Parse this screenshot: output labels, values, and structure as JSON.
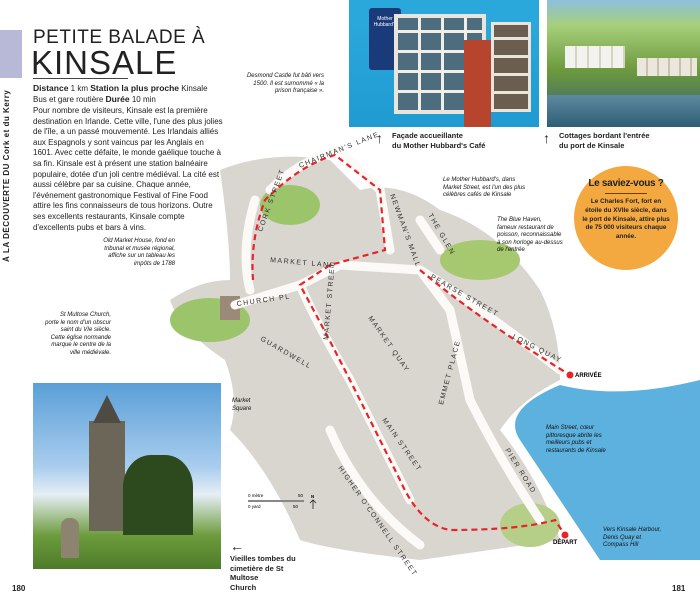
{
  "sidebar": {
    "section_prefix": "À LA DÉCOUVERTE DU",
    "section_region": "Cork et du Kerry"
  },
  "header": {
    "kicker": "PETITE BALADE À",
    "title": "KINSALE"
  },
  "meta": {
    "distance_label": "Distance",
    "distance_value": "1 km",
    "station_label": "Station la plus proche",
    "station_value": "Kinsale Bus et gare routière",
    "duration_label": "Durée",
    "duration_value": "10 min"
  },
  "intro": "Pour nombre de visiteurs, Kinsale est la première destination en Irlande. Cette ville, l'une des plus jolies de l'île, a un passé mouvementé. Les Irlandais alliés aux Espagnols y sont vaincus par les Anglais en 1601. Avec cette défaite, le monde gaélique touche à sa fin. Kinsale est à présent une station balnéaire populaire, dotée d'un joli centre médiéval. La cité est aussi célèbre par sa cuisine. Chaque année, l'événement gastronomique Festival of Fine Food attire les fins connaisseurs de tous horizons. Outre ses excellents restaurants, Kinsale compte d'excellents pubs et bars à vins.",
  "photos": {
    "cafe": {
      "caption_1": "Façade accueillante",
      "caption_2": "du Mother Hubbard's Café",
      "sign": "Mother Hubbard's"
    },
    "coast": {
      "caption_1": "Cottages bordant l'entrée",
      "caption_2": "du port de Kinsale"
    },
    "church": {
      "caption_1": "Vieilles tombes du",
      "caption_2": "cimetière de St Multose",
      "caption_3": "Church"
    }
  },
  "fact_box": {
    "title": "Le saviez-vous ?",
    "text": "Le Charles Fort, fort en étoile du XVIIe siècle, dans le port de Kinsale, attire plus de 75 000 visiteurs chaque année.",
    "color": "#f3a940"
  },
  "map": {
    "notes": {
      "desmond": "Desmond Castle fut bâti vers 1500. Il est surnommé « la prison française ».",
      "mother_hubbard": "Le Mother Hubbard's, dans Market Street, est l'un des plus célèbres cafés de Kinsale",
      "blue_haven": "The Blue Haven, fameux restaurant de poisson, reconnaissable à son horloge au-dessus de l'entrée",
      "old_market": "Old Market House, fond en tribunal et musée régional, affiche sur un tableau les impôts de 1788",
      "st_multose": "St Multose Church, porte le nom d'un obscur saint du VIe siècle. Cette église normande marque le centre de la ville médiévale.",
      "market_square": "Market Square",
      "main_street": "Main Street, cœur pittoresque abrite les meilleurs pubs et restaurants de Kinsale",
      "harbour": "Vers Kinsale Harbour, Denis Quay et Compass Hill"
    },
    "streets": [
      "CHAIRMAN'S LANE",
      "CORK STREET",
      "NEWMAN'S MALL",
      "MARKET LANE",
      "THE GLEN",
      "CHURCH PL",
      "MARKET STREET",
      "PEARSE STREET",
      "MARKET QUAY",
      "LONG QUAY",
      "EMMET PLACE",
      "MAIN STREET",
      "GUARDWELL",
      "PIER ROAD",
      "HIGHER O'CONNELL STREET"
    ],
    "start_label": "DÉPART",
    "end_label": "ARRIVÉE",
    "scale": {
      "metre": "0 mètre",
      "metre_max": "50",
      "yard": "0 yard",
      "yard_max": "50",
      "north": "N"
    },
    "route_color": "#e8242a",
    "water_color": "#3fa3d8"
  },
  "pages": {
    "left": "180",
    "right": "181"
  }
}
